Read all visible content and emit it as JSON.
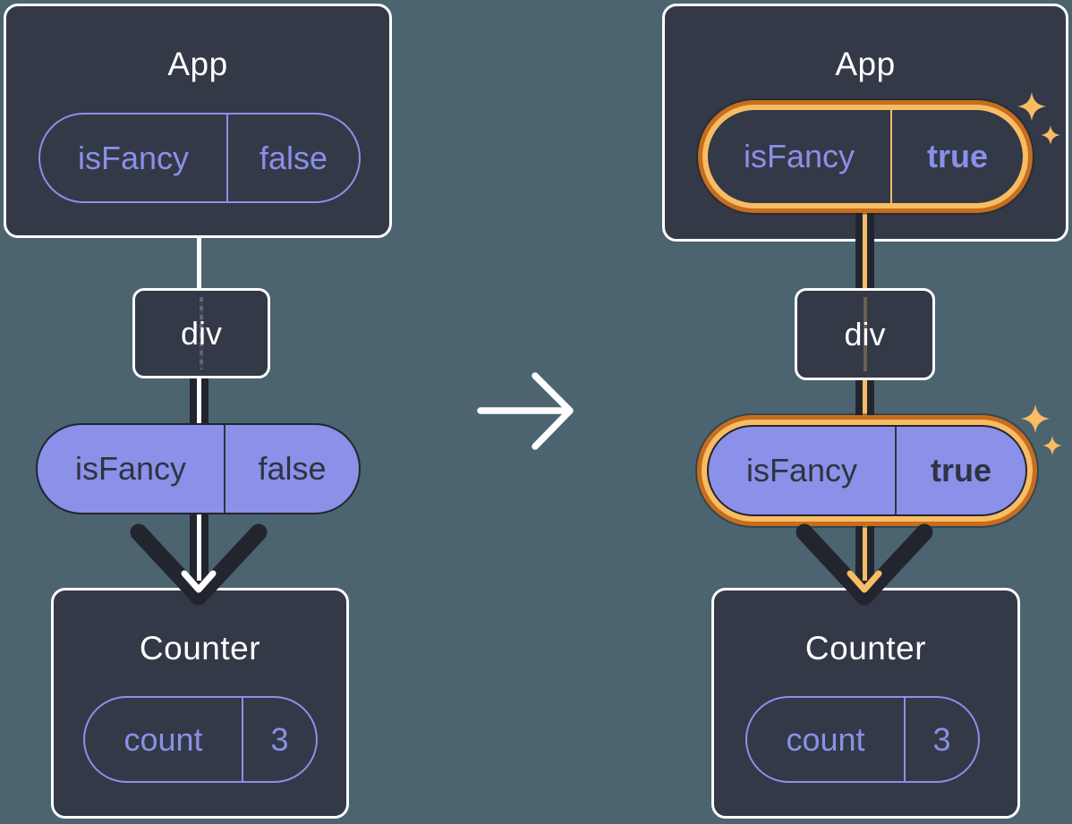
{
  "colors": {
    "background": "#4C646F",
    "card": "#333947",
    "card_border": "#FFFFFF",
    "purple": "#8A90E8",
    "purple_fill": "#8B90E9",
    "dark_text": "#2E3440",
    "dark_line": "#22252E",
    "orange_light": "#F8BC64",
    "orange_dark": "#C66E1E",
    "white": "#FFFFFF"
  },
  "icons": {
    "between_panels": "arrow-right-icon",
    "flow": "arrow-down-icon",
    "highlight": "sparkles-icon"
  },
  "panels": [
    {
      "id": "before",
      "app": {
        "title": "App",
        "state": {
          "name": "isFancy",
          "value": "false",
          "highlighted": false
        }
      },
      "div": {
        "label": "div"
      },
      "prop": {
        "name": "isFancy",
        "value": "false",
        "highlighted": false
      },
      "counter": {
        "title": "Counter",
        "state": {
          "name": "count",
          "value": "3"
        }
      }
    },
    {
      "id": "after",
      "app": {
        "title": "App",
        "state": {
          "name": "isFancy",
          "value": "true",
          "highlighted": true
        }
      },
      "div": {
        "label": "div"
      },
      "prop": {
        "name": "isFancy",
        "value": "true",
        "highlighted": true
      },
      "counter": {
        "title": "Counter",
        "state": {
          "name": "count",
          "value": "3"
        }
      }
    }
  ]
}
